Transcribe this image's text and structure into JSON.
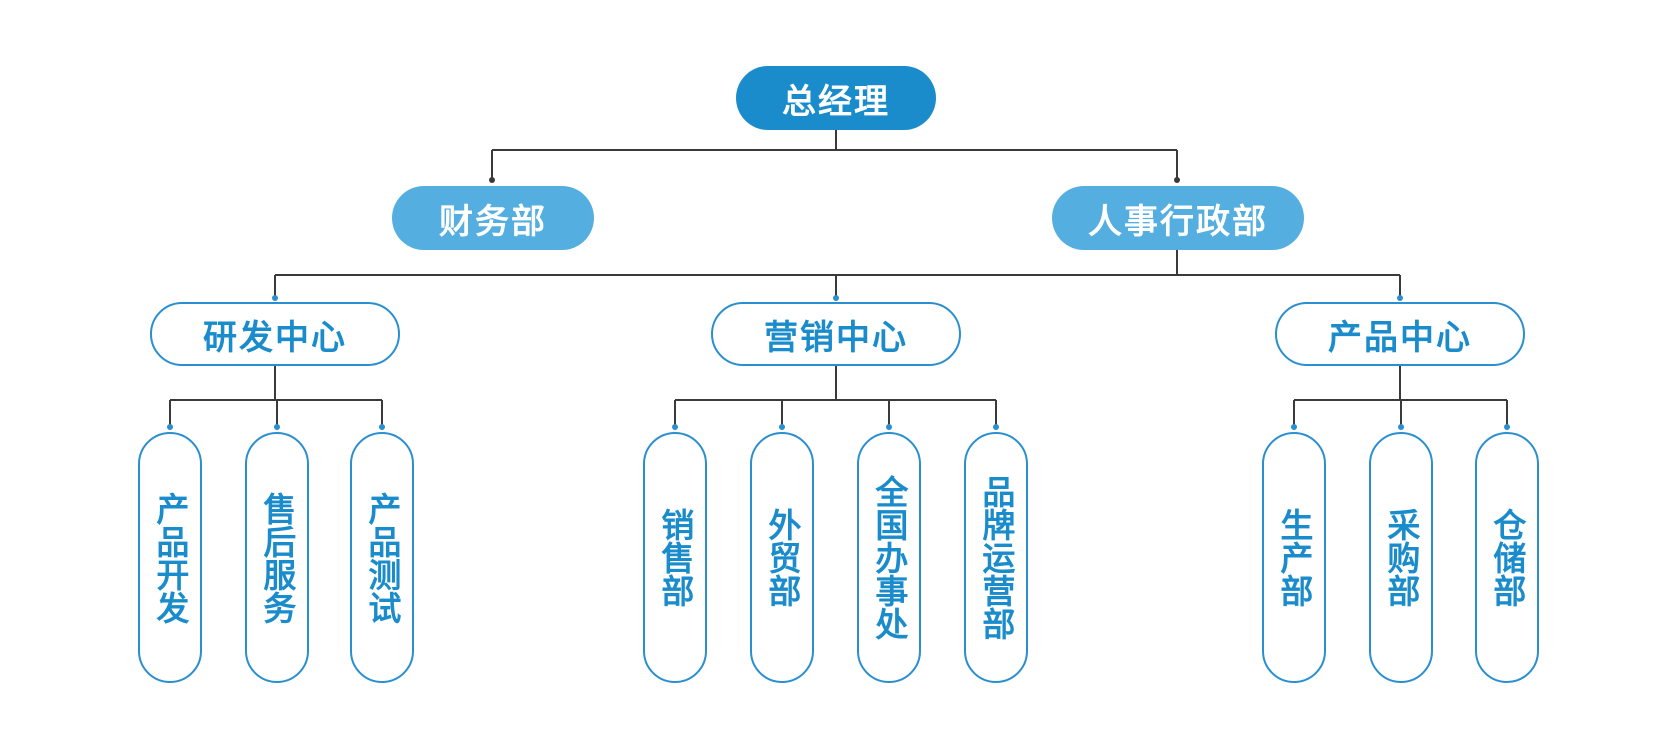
{
  "org_chart": {
    "root": {
      "label": "总经理"
    },
    "departments": [
      {
        "label": "财务部"
      },
      {
        "label": "人事行政部"
      }
    ],
    "centers": [
      {
        "label": "研发中心",
        "units": [
          {
            "label": "产品开发"
          },
          {
            "label": "售后服务"
          },
          {
            "label": "产品测试"
          }
        ]
      },
      {
        "label": "营销中心",
        "units": [
          {
            "label": "销售部"
          },
          {
            "label": "外贸部"
          },
          {
            "label": "全国办事处"
          },
          {
            "label": "品牌运营部"
          }
        ]
      },
      {
        "label": "产品中心",
        "units": [
          {
            "label": "生产部"
          },
          {
            "label": "采购部"
          },
          {
            "label": "仓储部"
          }
        ]
      }
    ]
  },
  "colors": {
    "primary": "#1a8ccc",
    "secondary": "#55aee0",
    "outline": "#2a8fd0",
    "connector": "#3a3a3a",
    "dot_dark": "#3a3a3a",
    "dot_blue": "#2a8fd0"
  }
}
